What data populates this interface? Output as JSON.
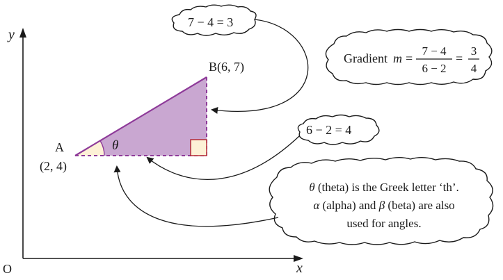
{
  "axes": {
    "y_label": "y",
    "x_label": "x",
    "origin_label": "O"
  },
  "points": {
    "a": {
      "name": "A",
      "coords": "(2, 4)"
    },
    "b": {
      "label": "B(6, 7)"
    }
  },
  "angle_symbol": "θ",
  "bubbles": {
    "rise": {
      "text": "7 − 4 = 3"
    },
    "run": {
      "text": "6 − 2 = 4"
    },
    "gradient": {
      "prefix": "Gradient",
      "variable": "m",
      "equals": "=",
      "fraction1_num": "7 − 4",
      "fraction1_den": "6 − 2",
      "equals2": "=",
      "fraction2_num": "3",
      "fraction2_den": "4"
    },
    "note": {
      "line1_symbol": "θ",
      "line1_text": " (theta) is the Greek letter ‘th’.",
      "line2_symbol_alpha": "α",
      "line2_text_a": " (alpha) and ",
      "line2_symbol_beta": "β",
      "line2_text_b": " (beta) are also",
      "line3_text": "used for angles."
    }
  },
  "colors": {
    "triangle_fill": "#c9a7d1",
    "triangle_edge": "#8e3a99",
    "angle_fill": "#fdf1d6",
    "right_angle_edge": "#b11f2a",
    "axis": "#1a1a1a",
    "arrow": "#1a1a1a"
  }
}
